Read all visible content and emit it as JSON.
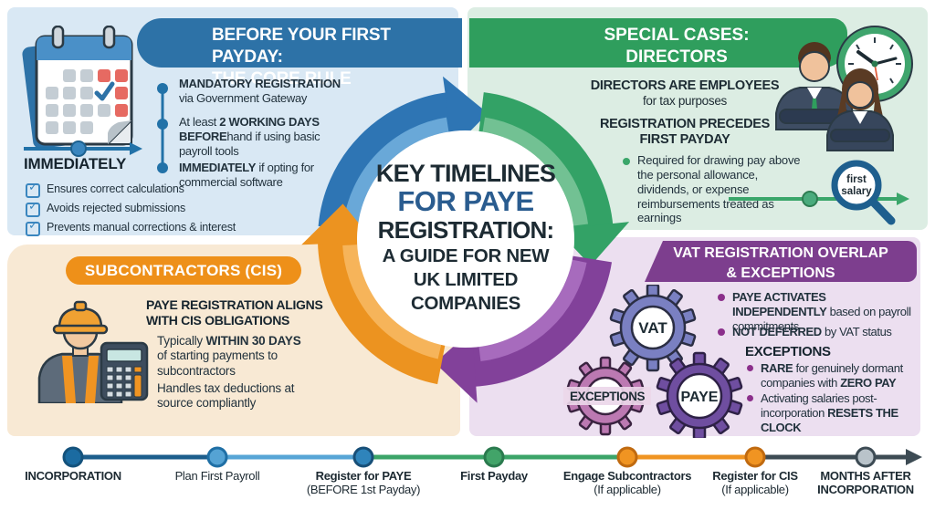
{
  "palette": {
    "quad_blue_bg": "#d9e8f4",
    "quad_green_bg": "#dcede3",
    "quad_peach_bg": "#f8e9d4",
    "quad_purple_bg": "#ecdff0",
    "banner_blue": "#2d72a7",
    "banner_green": "#2f9e5d",
    "banner_orange": "#ee9019",
    "banner_purple": "#7d3e8e",
    "ring_blue": "#2e75b4",
    "ring_green": "#33a266",
    "ring_purple": "#82419a",
    "ring_orange": "#ec9320",
    "accent_blue_text": "#2a5c8f",
    "dark_text": "#1d2b33"
  },
  "center": {
    "title_top": "KEY TIMELINES",
    "title_accent": "FOR PAYE",
    "title_bottom": "REGISTRATION:",
    "subtitle_l1": "A GUIDE FOR NEW",
    "subtitle_l2": "UK LIMITED",
    "subtitle_l3": "COMPANIES"
  },
  "core_rule": {
    "banner_l1": "BEFORE YOUR FIRST PAYDAY:",
    "banner_l2": "THE CORE RULE",
    "items": [
      [
        {
          "t": "MANDATORY REGISTRATION",
          "b": true
        },
        {
          "t": " via Government Gateway",
          "b": false
        }
      ],
      [
        {
          "t": "At least ",
          "b": false
        },
        {
          "t": "2 WORKING DAYS BEFORE",
          "b": true
        },
        {
          "t": "hand if using basic payroll tools",
          "b": false
        }
      ],
      [
        {
          "t": "IMMEDIATELY",
          "b": true
        },
        {
          "t": " if opting for commercial software",
          "b": false
        }
      ]
    ],
    "arrow_label": "IMMEDIATELY",
    "checklist": [
      "Ensures correct calculations",
      "Avoids rejected submissions",
      "Prevents manual corrections & interest"
    ]
  },
  "directors": {
    "banner_l1": "SPECIAL CASES:",
    "banner_l2": "DIRECTORS",
    "head1": [
      {
        "t": "DIRECTORS ARE EMPLOYEES",
        "b": true
      }
    ],
    "head1_sub": "for tax purposes",
    "head2_l1": "REGISTRATION PRECEDES",
    "head2_l2": "FIRST PAYDAY",
    "bullet": "Required for drawing pay above the personal allowance, dividends, or expense reimbursements treated as earnings",
    "magnifier_l1": "first",
    "magnifier_l2": "salary"
  },
  "cis": {
    "banner": "SUBCONTRACTORS (CIS)",
    "head": "PAYE REGISTRATION ALIGNS WITH CIS OBLIGATIONS",
    "b1": [
      {
        "t": "Typically ",
        "b": false
      },
      {
        "t": "WITHIN 30 DAYS",
        "b": true
      },
      {
        "t": " of starting payments to subcontractors",
        "b": false
      }
    ],
    "b2": "Handles tax deductions at source compliantly"
  },
  "vat": {
    "banner_l1": "VAT REGISTRATION OVERLAP",
    "banner_l2": "& EXCEPTIONS",
    "b1": [
      {
        "t": "PAYE ACTIVATES INDEPENDENTLY",
        "b": true
      },
      {
        "t": " based on payroll commitments",
        "b": false
      }
    ],
    "b2": [
      {
        "t": "NOT DEFERRED",
        "b": true
      },
      {
        "t": " by VAT status",
        "b": false
      }
    ],
    "exceptions_heading": "EXCEPTIONS",
    "b3": [
      {
        "t": "RARE",
        "b": true
      },
      {
        "t": " for genuinely dormant companies with ",
        "b": false
      },
      {
        "t": "ZERO PAY",
        "b": true
      }
    ],
    "b4": [
      {
        "t": "Activating salaries post-incorporation ",
        "b": false
      },
      {
        "t": "RESETS THE CLOCK",
        "b": true
      }
    ],
    "gears": [
      "VAT",
      "EXCEPTIONS",
      "PAYE"
    ]
  },
  "bottom_timeline": {
    "milestones": [
      {
        "label1": "INCORPORATION",
        "label2": "",
        "dot_fill": "#1b6ba1",
        "dot_stroke": "#14527c"
      },
      {
        "label1": "Plan First Payroll",
        "label2": "",
        "dot_fill": "#55a3d4",
        "dot_stroke": "#1f6fa5"
      },
      {
        "label1": "Register for PAYE",
        "label2": "(BEFORE 1st Payday)",
        "dot_fill": "#2f84bb",
        "dot_stroke": "#174f78"
      },
      {
        "label1": "First Payday",
        "label2": "",
        "dot_fill": "#42a469",
        "dot_stroke": "#2a7a4e"
      },
      {
        "label1": "Engage Subcontractors",
        "label2": "(If applicable)",
        "dot_fill": "#f09422",
        "dot_stroke": "#c06a10"
      },
      {
        "label1": "Register for CIS",
        "label2": "(If applicable)",
        "dot_fill": "#f09422",
        "dot_stroke": "#c06a10"
      },
      {
        "label1": "MONTHS AFTER",
        "label2": "INCORPORATION",
        "dot_fill": "#b9c3ca",
        "dot_stroke": "#3d4b54"
      }
    ],
    "segments": [
      {
        "color": "#1c5e8c"
      },
      {
        "color": "#57a5d6"
      },
      {
        "color": "#3ba468"
      },
      {
        "color": "#3ba468"
      },
      {
        "color": "#f09422"
      },
      {
        "color": "#3d4b54"
      },
      {
        "color": "#3d4b54"
      }
    ],
    "arrow_color": "#3d4b54"
  }
}
